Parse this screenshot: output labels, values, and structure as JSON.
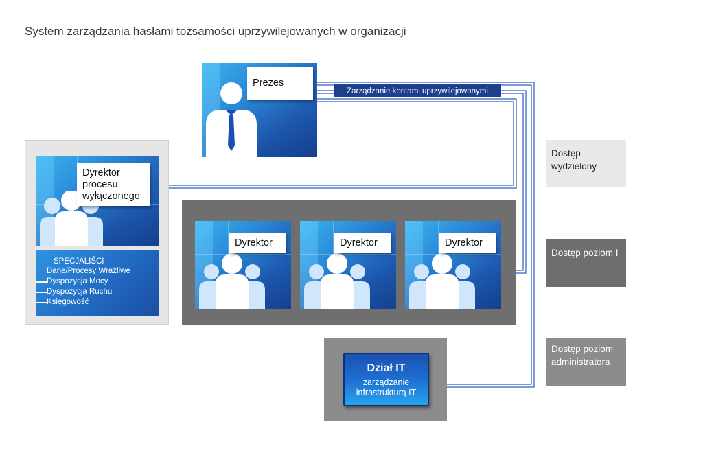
{
  "title": "System zarządzania hasłami tożsamości uprzywilejowanych w organizacji",
  "prezes": {
    "label": "Prezes"
  },
  "pam_bar": {
    "label": "Zarządzanie kontami uprzywilejowanymi"
  },
  "dyrektor_wyl": {
    "label": "Dyrektor procesu wyłączonego"
  },
  "specialists": {
    "heading": "SPECJALIŚCI",
    "items": [
      "Dane/Procesy Wrażliwe",
      "Dyspozycja Mocy",
      "Dyspozycja Ruchu",
      "Księgowość"
    ]
  },
  "directors": [
    {
      "label": "Dyrektor"
    },
    {
      "label": "Dyrektor"
    },
    {
      "label": "Dyrektor"
    }
  ],
  "it": {
    "title": "Dział IT",
    "subtitle": "zarządzanie infrastrukturą IT"
  },
  "legend": [
    {
      "label": "Dostęp wydzielony",
      "color": "#e8e8e8"
    },
    {
      "label": "Dostęp poziom I",
      "color": "#6e6e6e"
    },
    {
      "label": "Dostęp poziom administratora",
      "color": "#8c8c8c"
    }
  ],
  "colors": {
    "tile_blue": "#2a86d6",
    "connector": "#2b5fc0",
    "pam_bar": "#1e3f8c"
  }
}
